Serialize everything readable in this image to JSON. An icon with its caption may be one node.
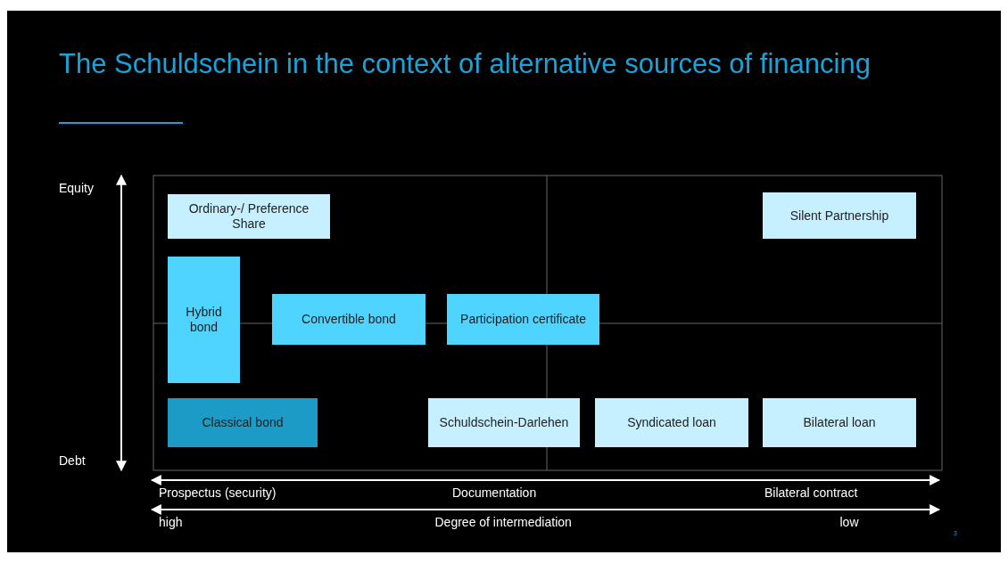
{
  "diagram": {
    "title": "The Schuldschein in the context of alternative sources of financing",
    "nodes": [
      {
        "text": [
          "Ordinary-/ Preference Share"
        ]
      },
      {
        "text": [
          "Hybrid bond"
        ]
      },
      {
        "text": [
          "Convertible bond"
        ]
      },
      {
        "text": [
          "Participation certificate"
        ]
      },
      {
        "text": [
          "Silent Partnership"
        ]
      },
      {
        "text": [
          "Classical bond"
        ]
      },
      {
        "text": [
          "Schuldschein-Darlehen"
        ]
      },
      {
        "text": [
          "Syndicated loan"
        ]
      },
      {
        "text": [
          "Bilateral loan"
        ]
      }
    ],
    "edges": [],
    "labels": [
      "Equity",
      "Debt",
      "Prospectus (security)",
      "Documentation",
      "Bilateral contract",
      "high",
      "Degree of intermediation",
      "low",
      "3"
    ]
  }
}
